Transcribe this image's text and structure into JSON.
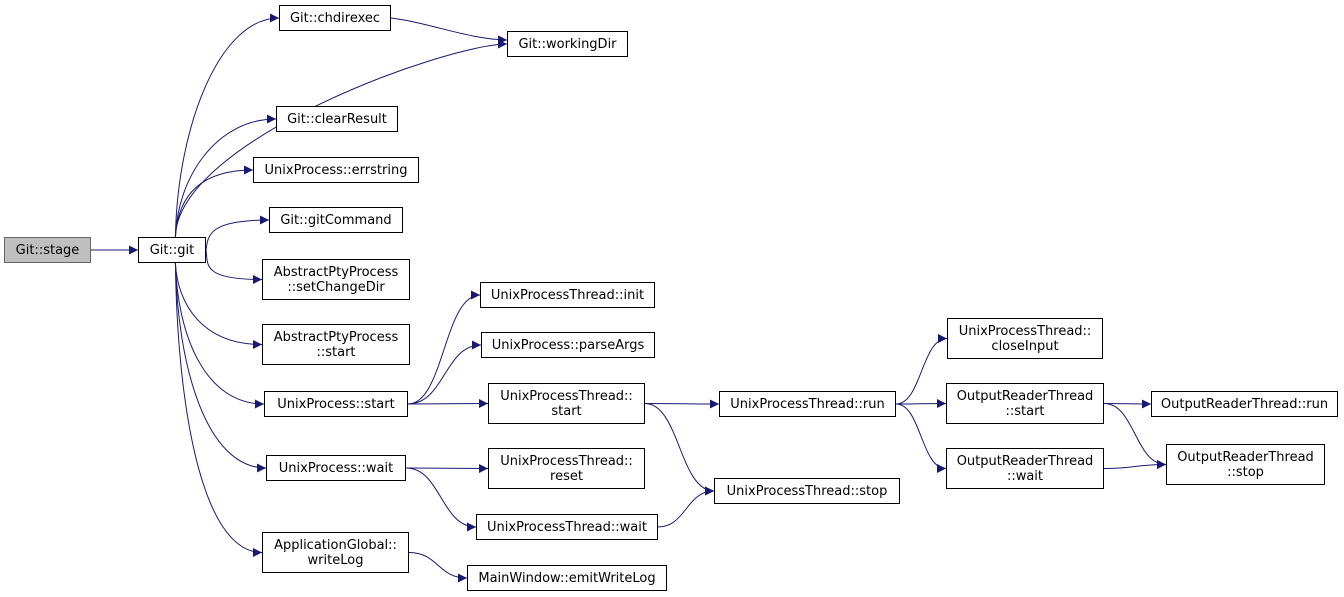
{
  "colors": {
    "edge": "#191970",
    "root_fill": "#bfbfbf",
    "node_fill": "#ffffff"
  },
  "nodes": {
    "stage": {
      "lines": [
        "Git::stage"
      ]
    },
    "git": {
      "lines": [
        "Git::git"
      ]
    },
    "chdirexec": {
      "lines": [
        "Git::chdirexec"
      ]
    },
    "workingDir": {
      "lines": [
        "Git::workingDir"
      ]
    },
    "clearResult": {
      "lines": [
        "Git::clearResult"
      ]
    },
    "errstring": {
      "lines": [
        "UnixProcess::errstring"
      ]
    },
    "gitCommand": {
      "lines": [
        "Git::gitCommand"
      ]
    },
    "setChangeDir": {
      "lines": [
        "AbstractPtyProcess",
        "::setChangeDir"
      ]
    },
    "aptStart": {
      "lines": [
        "AbstractPtyProcess",
        "::start"
      ]
    },
    "upStart": {
      "lines": [
        "UnixProcess::start"
      ]
    },
    "upWait": {
      "lines": [
        "UnixProcess::wait"
      ]
    },
    "writeLog": {
      "lines": [
        "ApplicationGlobal::",
        "writeLog"
      ]
    },
    "emitWriteLog": {
      "lines": [
        "MainWindow::emitWriteLog"
      ]
    },
    "uptInit": {
      "lines": [
        "UnixProcessThread::init"
      ]
    },
    "parseArgs": {
      "lines": [
        "UnixProcess::parseArgs"
      ]
    },
    "uptStart": {
      "lines": [
        "UnixProcessThread::",
        "start"
      ]
    },
    "uptReset": {
      "lines": [
        "UnixProcessThread::",
        "reset"
      ]
    },
    "uptWait": {
      "lines": [
        "UnixProcessThread::wait"
      ]
    },
    "uptRun": {
      "lines": [
        "UnixProcessThread::run"
      ]
    },
    "uptStop": {
      "lines": [
        "UnixProcessThread::stop"
      ]
    },
    "closeInput": {
      "lines": [
        "UnixProcessThread::",
        "closeInput"
      ]
    },
    "ortStart": {
      "lines": [
        "OutputReaderThread",
        "::start"
      ]
    },
    "ortWait": {
      "lines": [
        "OutputReaderThread",
        "::wait"
      ]
    },
    "ortRun": {
      "lines": [
        "OutputReaderThread::run"
      ]
    },
    "ortStop": {
      "lines": [
        "OutputReaderThread",
        "::stop"
      ]
    }
  },
  "edges": [
    [
      "stage",
      "git"
    ],
    [
      "git",
      "chdirexec"
    ],
    [
      "git",
      "workingDir"
    ],
    [
      "git",
      "clearResult"
    ],
    [
      "git",
      "errstring"
    ],
    [
      "git",
      "gitCommand"
    ],
    [
      "git",
      "setChangeDir"
    ],
    [
      "git",
      "aptStart"
    ],
    [
      "git",
      "upStart"
    ],
    [
      "git",
      "upWait"
    ],
    [
      "git",
      "writeLog"
    ],
    [
      "chdirexec",
      "workingDir"
    ],
    [
      "upStart",
      "uptInit"
    ],
    [
      "upStart",
      "parseArgs"
    ],
    [
      "upStart",
      "uptStart"
    ],
    [
      "upWait",
      "uptReset"
    ],
    [
      "upWait",
      "uptWait"
    ],
    [
      "writeLog",
      "emitWriteLog"
    ],
    [
      "uptStart",
      "uptRun"
    ],
    [
      "uptStart",
      "uptStop"
    ],
    [
      "uptWait",
      "uptStop"
    ],
    [
      "uptRun",
      "closeInput"
    ],
    [
      "uptRun",
      "ortStart"
    ],
    [
      "uptRun",
      "ortWait"
    ],
    [
      "ortStart",
      "ortRun"
    ],
    [
      "ortStart",
      "ortStop"
    ],
    [
      "ortWait",
      "ortStop"
    ]
  ]
}
